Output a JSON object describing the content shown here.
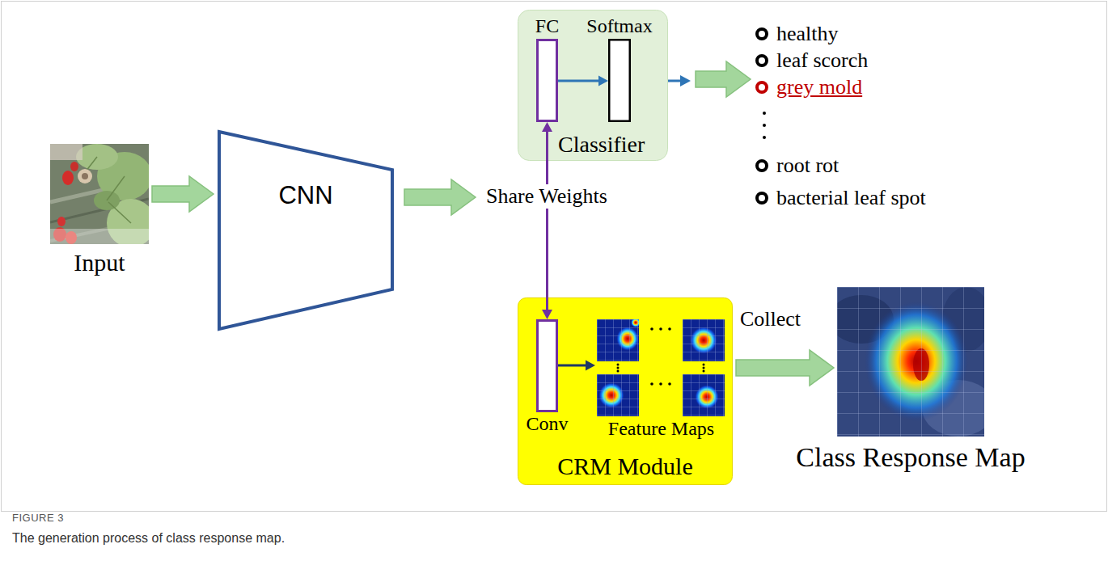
{
  "diagram": {
    "caption": "The generation process of class response map.",
    "nodes": [
      {
        "text": [
          "Input"
        ]
      },
      {
        "text": [
          "CNN"
        ]
      },
      {
        "text": [
          "Classifier"
        ]
      },
      {
        "text": [
          "FC"
        ],
        "in": 2
      },
      {
        "text": [
          "Softmax"
        ],
        "in": 2
      },
      {
        "text": [
          "CRM Module"
        ]
      },
      {
        "text": [
          "Conv"
        ],
        "in": 5
      },
      {
        "text": [
          "Feature Maps"
        ],
        "in": 5
      },
      {
        "text": [
          "Class Response Map"
        ]
      }
    ],
    "edges": [
      {
        "from": 0,
        "to": 1,
        "arrow": "to"
      },
      {
        "from": 3,
        "to": 6,
        "label": "Share Weights",
        "arrow": "both"
      },
      {
        "from": 3,
        "to": 4,
        "arrow": "to"
      },
      {
        "from": 6,
        "to": 7,
        "arrow": "to"
      },
      {
        "from": 5,
        "to": 8,
        "label": "Collect",
        "arrow": "to"
      }
    ],
    "labels": [
      "healthy",
      "leaf scorch",
      "grey mold",
      "root rot",
      "bacterial leaf spot",
      "FIGURE 3"
    ]
  }
}
